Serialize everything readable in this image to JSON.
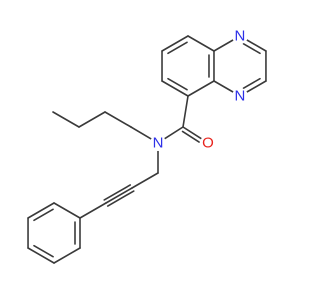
{
  "structure": {
    "colors": {
      "bond": "#3a3a3a",
      "nitrogen": "#2d30e8",
      "oxygen": "#e8231d",
      "background": "#ffffff"
    },
    "atoms": {
      "N1": {
        "element": "N",
        "label": "N"
      },
      "N4": {
        "element": "N",
        "label": "N"
      },
      "N_amide": {
        "element": "N",
        "label": "N"
      },
      "O_carbonyl": {
        "element": "O",
        "label": "O"
      }
    }
  }
}
